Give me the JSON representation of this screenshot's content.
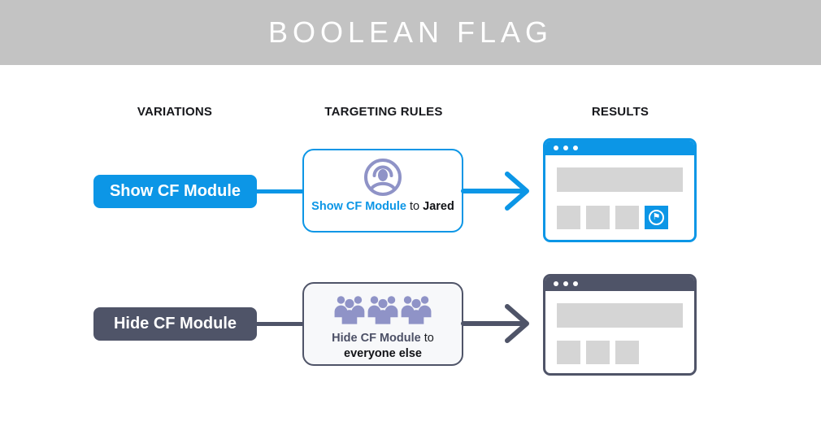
{
  "header": {
    "title": "BOOLEAN FLAG"
  },
  "columns": {
    "variations": "VARIATIONS",
    "targeting_rules": "TARGETING RULES",
    "results": "RESULTS"
  },
  "rows": [
    {
      "variation_label": "Show CF Module",
      "rule": {
        "flag": "Show CF Module",
        "connector": "to",
        "audience": "Jared"
      },
      "rule_icon": "user-circle-icon",
      "result": {
        "gray_modules": 3,
        "has_flag_module": true
      }
    },
    {
      "variation_label": "Hide CF Module",
      "rule": {
        "flag": "Hide CF Module",
        "connector": "to",
        "audience": "everyone else"
      },
      "rule_icon": "users-crowd-icon",
      "result": {
        "gray_modules": 3,
        "has_flag_module": false
      }
    }
  ],
  "icons": {
    "flag_glyph": "⚑"
  },
  "colors": {
    "blue": "#0c96e6",
    "dark_slate": "#4f5468",
    "purple": "#8f93c7",
    "header_bg": "#c3c3c3",
    "gray_block": "#d5d5d5",
    "card2_bg": "#f7f8fa"
  }
}
